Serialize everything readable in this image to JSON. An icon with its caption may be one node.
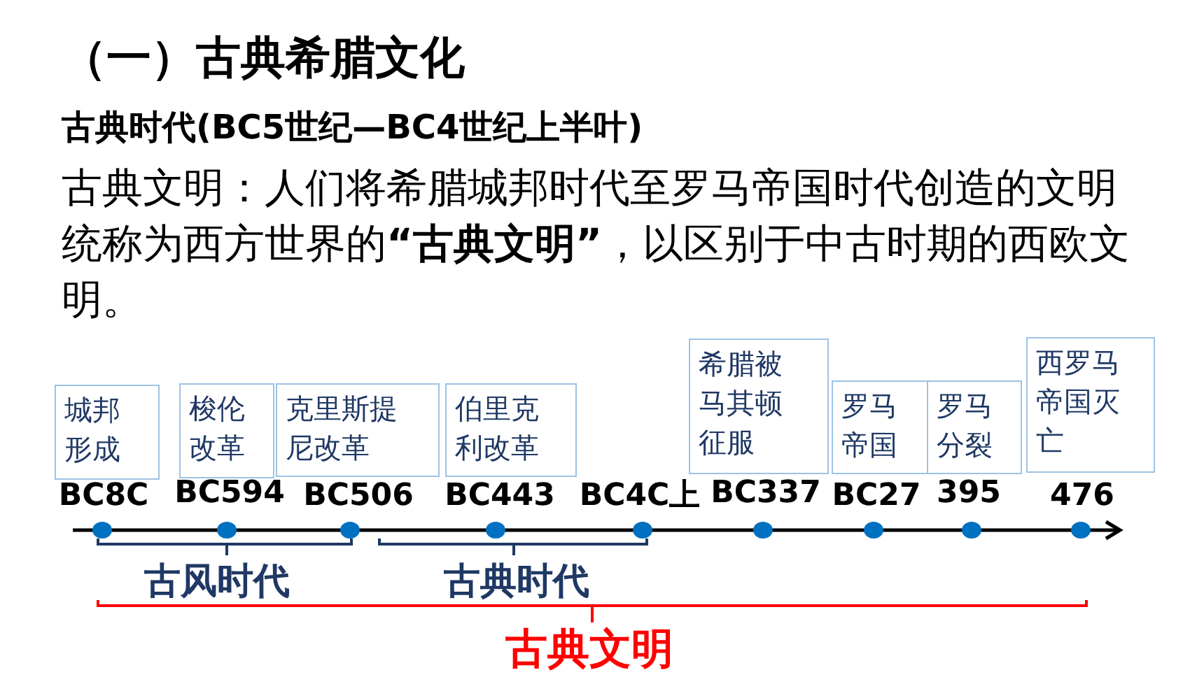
{
  "diagram": {
    "title": "（一）古典希腊文化",
    "nodes": [
      {
        "text": [
          "城邦形成"
        ]
      },
      {
        "text": [
          "梭伦改革"
        ]
      },
      {
        "text": [
          "克里斯提尼改革"
        ]
      },
      {
        "text": [
          "伯里克利改革"
        ]
      },
      {
        "text": [
          "希腊被马其顿征服"
        ]
      },
      {
        "text": [
          "罗马帝国"
        ]
      },
      {
        "text": [
          "罗马分裂"
        ]
      },
      {
        "text": [
          "西罗马帝国灭亡"
        ]
      }
    ],
    "labels": [
      "古典时代(BC5世纪—BC4世纪上半叶)",
      "古典文明：人们将希腊城邦时代至罗马帝国时代创造的文明统称为西方世界的**“古典文明”**，以区别于中古时期的西欧文明。",
      "BC8C",
      "BC594",
      "BC506",
      "BC443",
      "BC4C上",
      "BC337",
      "BC27",
      "395",
      "476",
      "古风时代",
      "古典时代",
      "古典文明"
    ]
  }
}
